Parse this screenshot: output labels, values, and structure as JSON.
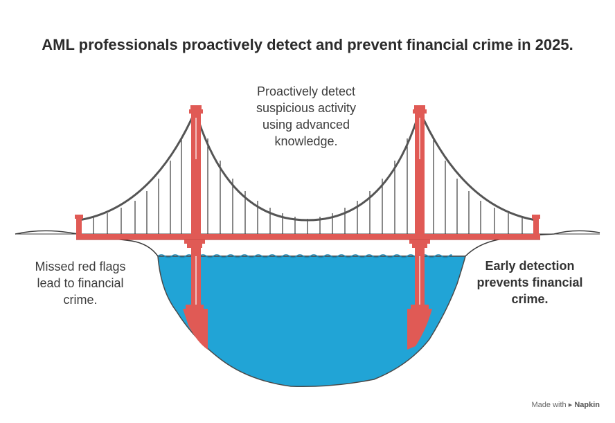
{
  "title": "AML professionals proactively detect and prevent financial crime in 2025.",
  "captions": {
    "top": [
      "Proactively detect",
      "suspicious activity",
      "using advanced",
      "knowledge."
    ],
    "left": [
      "Missed red flags",
      "lead to financial",
      "crime."
    ],
    "right": [
      "Early detection",
      "prevents financial",
      "crime."
    ]
  },
  "footer": {
    "made_with": "Made with",
    "brand": "Napkin"
  },
  "colors": {
    "tower": "#e05a55",
    "water": "#21a4d6",
    "cable": "#555555",
    "deck": "#e05a55"
  }
}
